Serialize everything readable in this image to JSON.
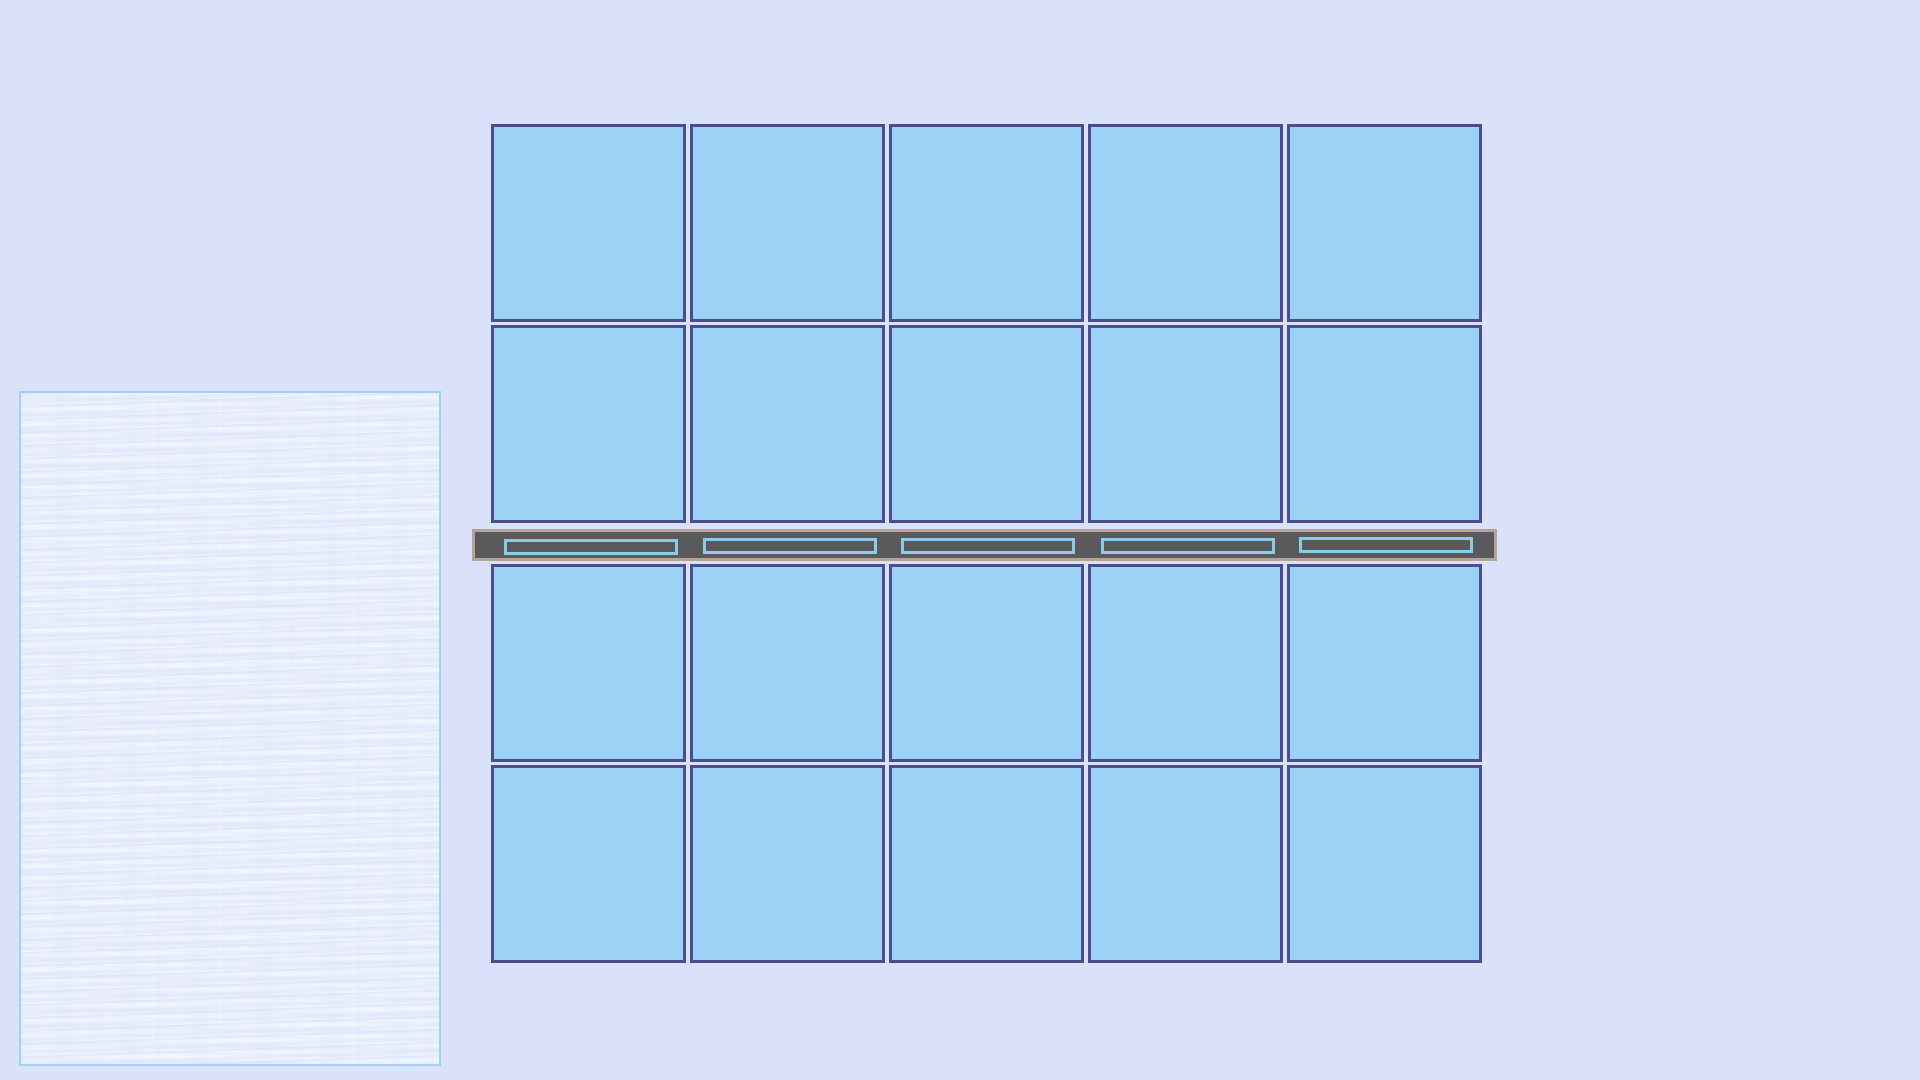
{
  "colors": {
    "background": "#d9e2fa",
    "slot_fill": "#9cd2f6",
    "slot_border": "#4b4d8f",
    "bar_fill": "#5a5a5c",
    "bar_border": "#b3a398",
    "bar_slot_border": "#8ecbe9",
    "panel_border": "#9dd4f5"
  },
  "top_grid": {
    "rows": 2,
    "columns": 5
  },
  "bottom_grid": {
    "rows": 2,
    "columns": 5
  },
  "divider_bar": {
    "slots": 5
  }
}
